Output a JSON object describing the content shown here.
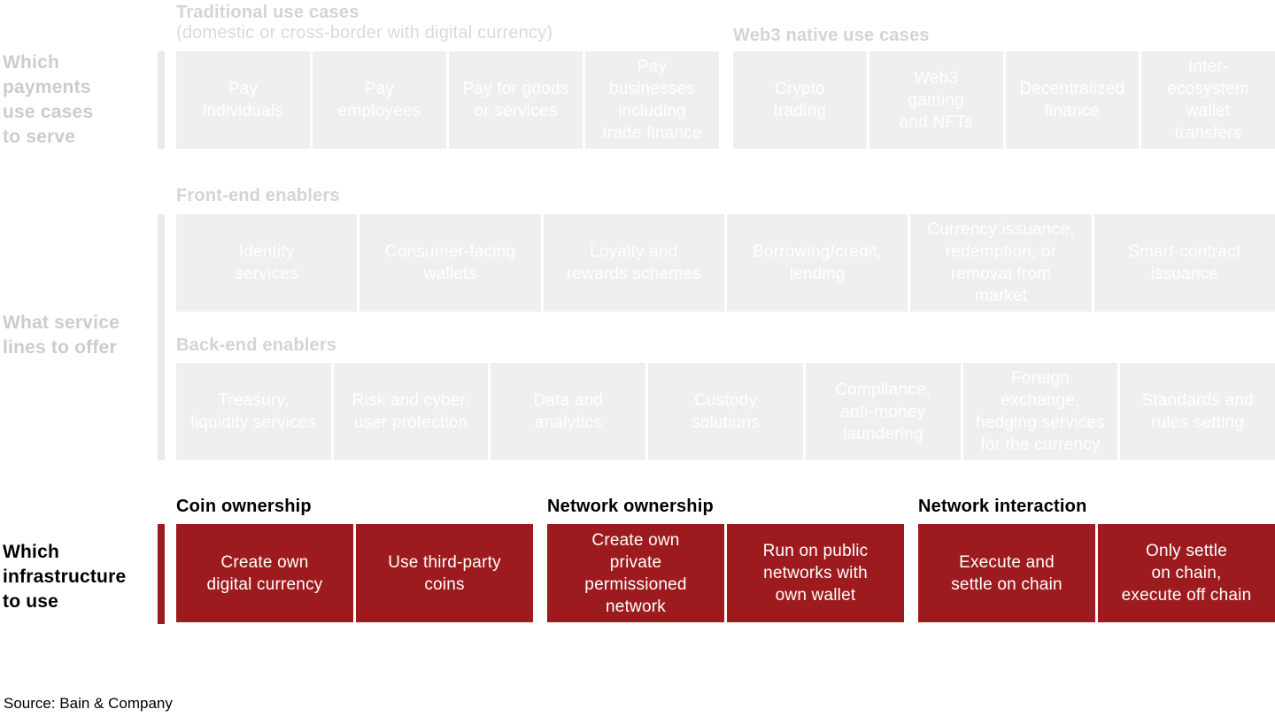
{
  "colors": {
    "red": "#9d1b1e",
    "box-gray": "#efefef",
    "bar-gray": "#e9e9e9",
    "label-gray": "#cccccc",
    "title-gray": "#d4d4d4",
    "subtitle-gray": "#dadada",
    "box-text": "#ffffff",
    "ink": "#000000"
  },
  "use_cases_row": {
    "label": "Which\npayments\nuse cases\nto serve",
    "traditional": {
      "title": "Traditional use cases",
      "subtitle": "(domestic or cross-border with digital currency)",
      "items": [
        "Pay\nindividuals",
        "Pay\nemployees",
        "Pay for goods\nor services",
        "Pay\nbusinesses\nincluding\ntrade finance"
      ]
    },
    "web3": {
      "title": "Web3 native use cases",
      "items": [
        "Crypto\ntrading",
        "Web3\ngaming\nand NFTs",
        "Decentralized\nfinance",
        "Inter-\necosystem\nwallet\ntransfers"
      ]
    }
  },
  "service_lines_row": {
    "label": "What service\nlines to offer",
    "front_end": {
      "title": "Front-end enablers",
      "items": [
        "Identity\nservices",
        "Consumer-facing\nwallets",
        "Loyalty and\nrewards schemes",
        "Borrowing/credit,\nlending",
        "Currency issuance,\nredemption, or\nremoval from\nmarket",
        "Smart-contract\nissuance"
      ]
    },
    "back_end": {
      "title": "Back-end enablers",
      "items": [
        "Treasury,\nliquidity services",
        "Risk and cyber,\nuser protection",
        "Data and\nanalytics",
        "Custody\nsolutions",
        "Compliance,\nanti-money\nlaundering",
        "Foreign\nexchange,\nhedging services\nfor the currency",
        "Standards and\nrules setting"
      ]
    }
  },
  "infrastructure_row": {
    "label": "Which\ninfrastructure\nto use",
    "coin_ownership": {
      "title": "Coin ownership",
      "items": [
        "Create own\ndigital currency",
        "Use third-party\ncoins"
      ]
    },
    "network_ownership": {
      "title": "Network ownership",
      "items": [
        "Create own\nprivate\npermissioned\nnetwork",
        "Run on public\nnetworks with\nown wallet"
      ]
    },
    "network_interaction": {
      "title": "Network interaction",
      "items": [
        "Execute and\nsettle on chain",
        "Only settle\non chain,\nexecute off chain"
      ]
    }
  },
  "footer": {
    "source": "Source: Bain & Company"
  }
}
